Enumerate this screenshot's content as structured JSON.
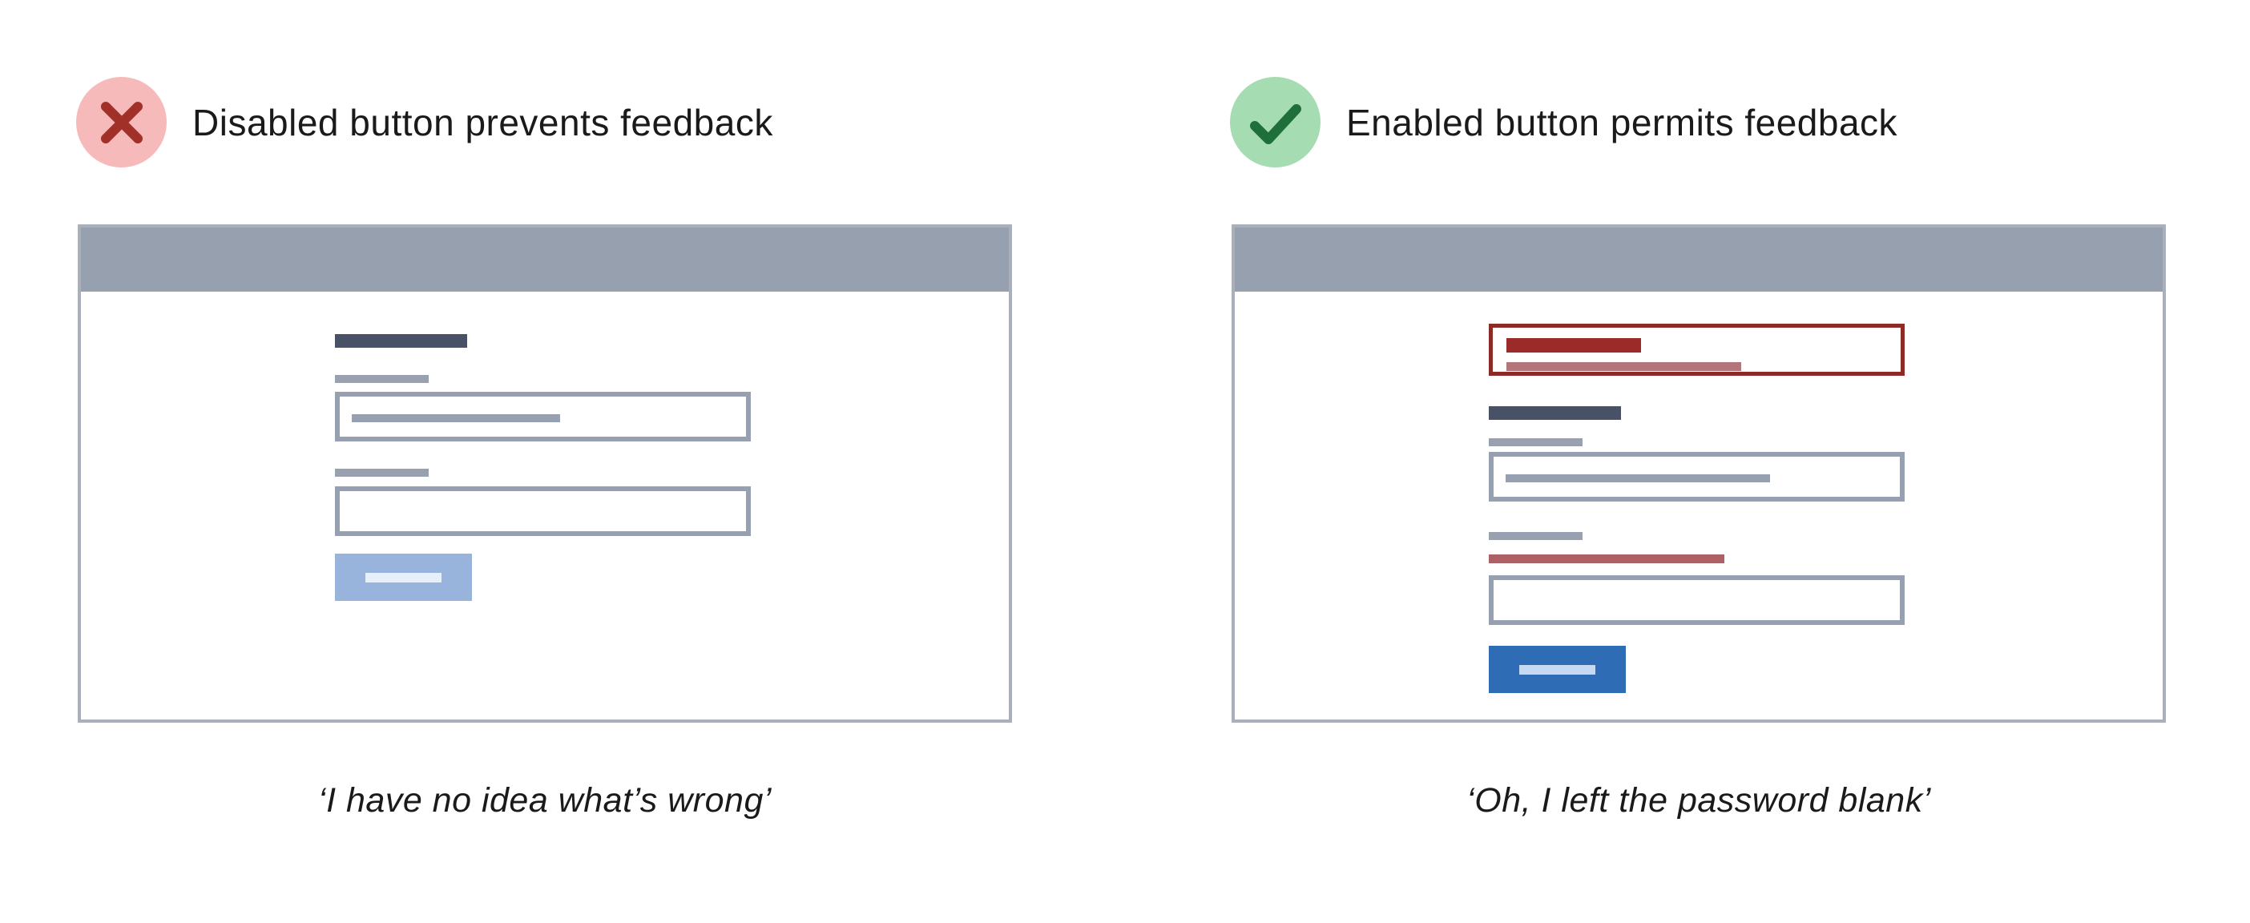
{
  "figure": {
    "left": {
      "badge_icon": "x-mark",
      "title": "Disabled button prevents feedback",
      "caption": "‘I have no idea what’s wrong’",
      "wireframe": {
        "fields": [
          "heading",
          "label",
          "filled-input",
          "label",
          "empty-input"
        ],
        "button_state": "disabled"
      }
    },
    "right": {
      "badge_icon": "check-mark",
      "title": "Enabled button permits feedback",
      "caption": "‘Oh, I left the password blank’",
      "wireframe": {
        "error_summary": true,
        "fields": [
          "error-box",
          "heading",
          "label",
          "filled-input",
          "label",
          "error-message",
          "empty-input"
        ],
        "button_state": "enabled"
      }
    },
    "colors": {
      "error_badge_bg": "#f7babb",
      "error_badge_glyph": "#a03028",
      "success_badge_bg": "#a6dcb2",
      "success_badge_glyph": "#1e6f39",
      "window_header": "#97a0af",
      "window_border": "#a9b0bc",
      "wireframe_dark_bar": "#485166",
      "wireframe_gray": "#99a1b1",
      "input_border": "#97a0b0",
      "disabled_button": "#98b4dc",
      "disabled_button_text": "#e7effb",
      "enabled_button": "#2e6cb5",
      "enabled_button_text": "#c5d9f4",
      "error_border": "#8e2a25",
      "error_dark_bar": "#9b2b28",
      "error_light_bar": "#b4757a",
      "error_message": "#ad6065",
      "text": "#1a1a1a"
    }
  }
}
